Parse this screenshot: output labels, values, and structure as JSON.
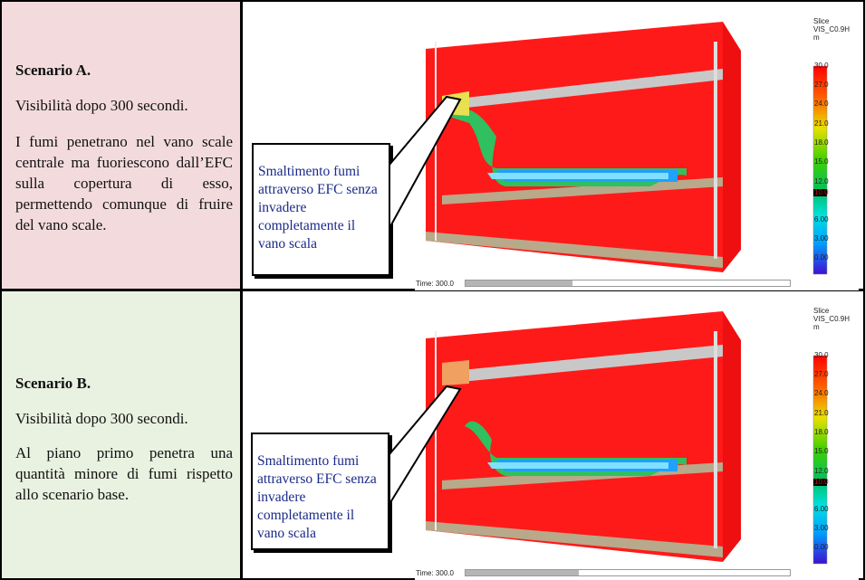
{
  "scenarios": [
    {
      "title": "Scenario A.",
      "subtitle": "Visibilità dopo 300 secondi.",
      "description": "I fumi penetrano nel vano scale centrale ma fuoriescono dall’EFC sulla copertura di esso, permettendo comunque di fruire del vano scale.",
      "callout": "Smaltimento fumi attraverso EFC senza invadere completamente il vano scala",
      "time_label": "Time: 300.0",
      "time_progress": 0.33
    },
    {
      "title": "Scenario B.",
      "subtitle": "Visibilità dopo 300 secondi.",
      "description": "Al piano primo penetra una quantità minore di fumi rispetto allo scenario base.",
      "callout": "Smaltimento fumi attraverso EFC senza invadere completamente il vano scala",
      "time_label": "Time: 300.0",
      "time_progress": 0.35
    }
  ],
  "legend": {
    "title_line1": "Slice",
    "title_line2": "VIS_C0.9H",
    "unit": "m",
    "ticks": [
      "30.0",
      "27.0",
      "24.0",
      "21.0",
      "18.0",
      "15.0",
      "12.0",
      "10.0",
      "6.00",
      "3.00",
      "0.00"
    ],
    "highlight_tick": "10.0"
  },
  "colors": {
    "smoke_free": "#ff1a1a",
    "highlight": "#d01010",
    "slab": "#b8a98a"
  }
}
